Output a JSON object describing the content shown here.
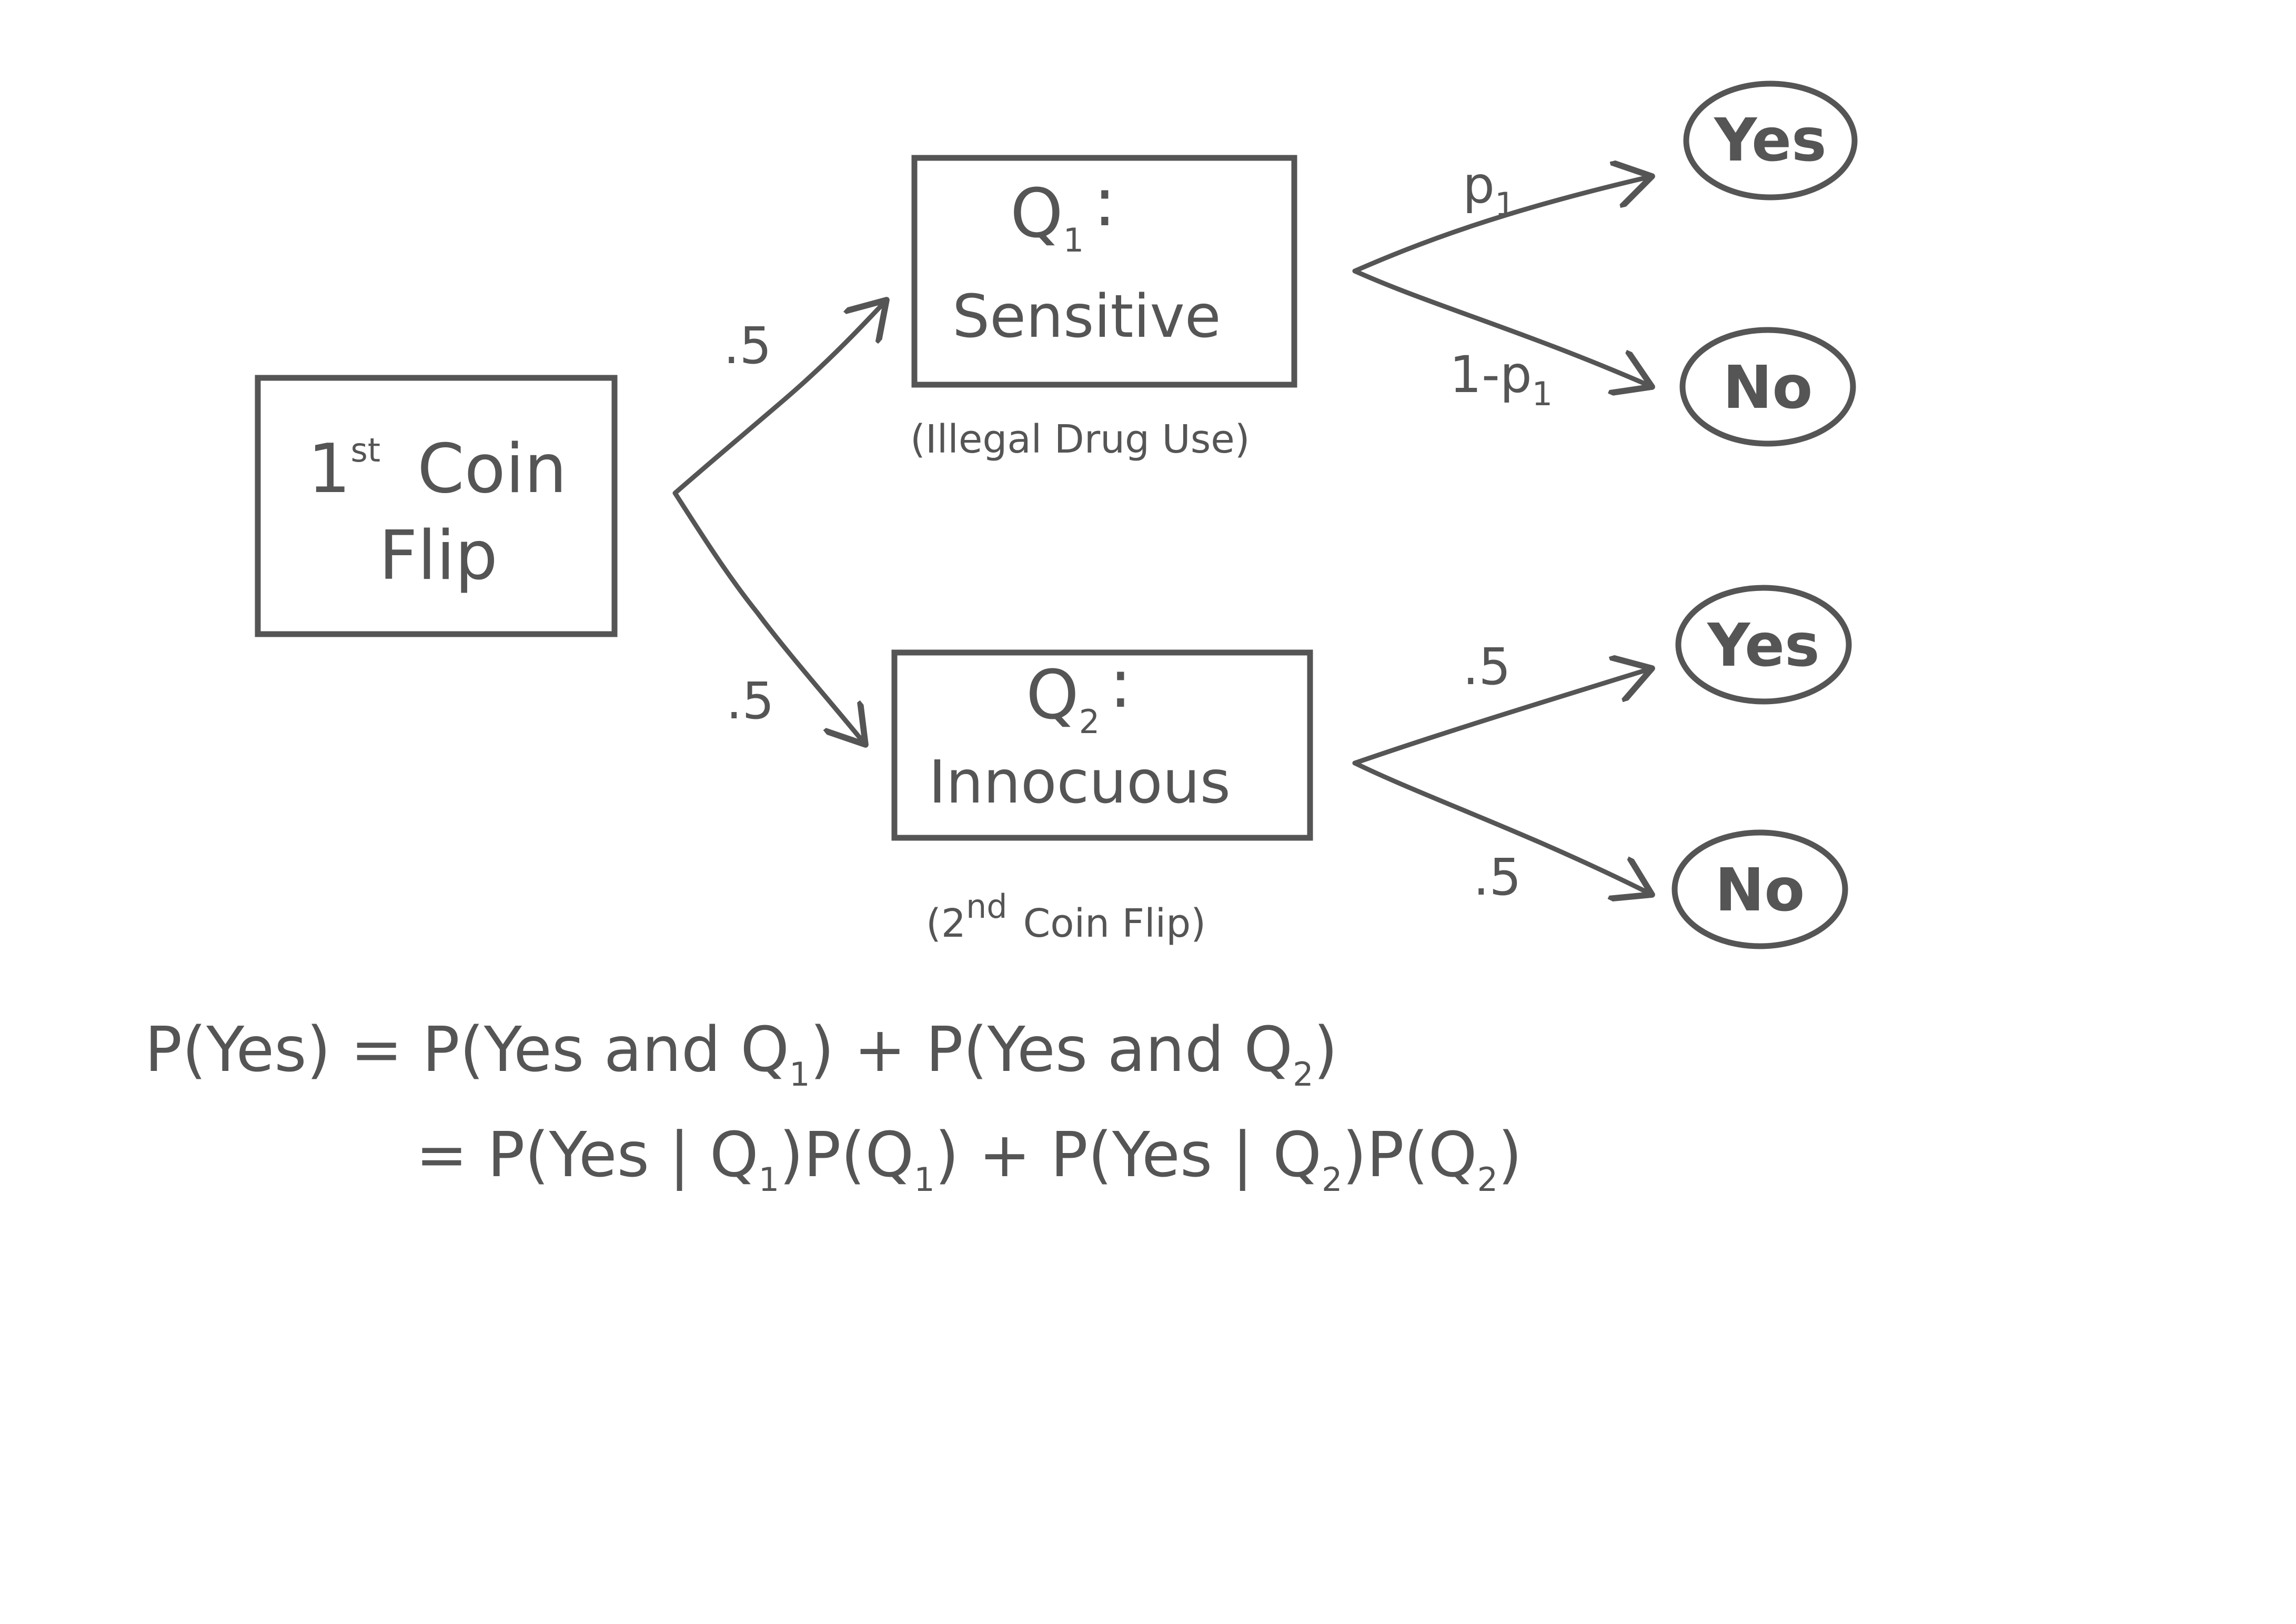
{
  "root": {
    "line1": "1",
    "line1_sup": "st",
    "line1_rest": "Coin",
    "line2": "Flip"
  },
  "q1": {
    "label": "Q",
    "label_sub": "1",
    "label_colon": ":",
    "name": "Sensitive",
    "note": "(Illegal Drug Use)"
  },
  "q2": {
    "label": "Q",
    "label_sub": "2",
    "label_colon": ":",
    "name": "Innocuous",
    "note_open": "(",
    "note_num": "2",
    "note_sup": "nd",
    "note_rest": "Coin Flip)"
  },
  "edges": {
    "root_q1": ".5",
    "root_q2": ".5",
    "q1_yes_p": "p",
    "q1_yes_sub": "1",
    "q1_no_p": "1-p",
    "q1_no_sub": "1",
    "q2_yes": ".5",
    "q2_no": ".5"
  },
  "outcomes": {
    "q1_yes": "Yes",
    "q1_no": "No",
    "q2_yes": "Yes",
    "q2_no": "No"
  },
  "equation": {
    "line1_a": "P(Yes) = P(Yes and Q",
    "line1_a_sub": "1",
    "line1_b": ") + P(Yes and Q",
    "line1_b_sub": "2",
    "line1_c": ")",
    "line2_a": "= P(Yes | Q",
    "line2_a_sub": "1",
    "line2_b": ")P(Q",
    "line2_b_sub": "1",
    "line2_c": ") + P(Yes | Q",
    "line2_c_sub": "2",
    "line2_d": ")P(Q",
    "line2_d_sub": "2",
    "line2_e": ")"
  },
  "colors": {
    "ink": "#555555",
    "background": "#ffffff"
  }
}
